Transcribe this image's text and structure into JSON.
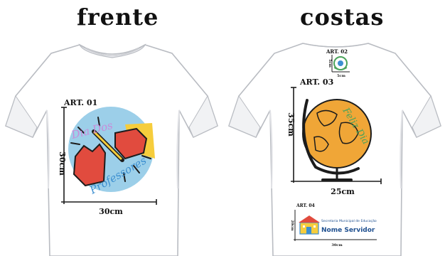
{
  "front": {
    "title": "frente",
    "art_label": "ART. 01",
    "height_label": "30cm",
    "width_label": "30cm",
    "logo_text_top": "Dia Dos",
    "logo_text_bottom": "Professores"
  },
  "back": {
    "title": "costas",
    "art02": {
      "label": "ART. 02",
      "height_label": "5cm",
      "width_label": "5cm"
    },
    "art03": {
      "label": "ART. 03",
      "height_label": "35cm",
      "width_label": "25cm",
      "script_text": "Feliz Dia"
    },
    "art04": {
      "label": "ART. 04",
      "height_label": "20cm",
      "width_label": "30cm",
      "org_text": "Secretaria Municipal de Educação",
      "name_text": "Nome Servidor"
    }
  },
  "colors": {
    "shirt": "#ffffff",
    "shirt_outline": "#b9bcc2",
    "shirt_shadow": "#e9eaee",
    "sky_blue": "#9ccfe9",
    "red": "#e14b3e",
    "yellow": "#f6cd3c",
    "globe_orange": "#f0a637",
    "green": "#4aa35a",
    "dark": "#1c1c1c"
  }
}
